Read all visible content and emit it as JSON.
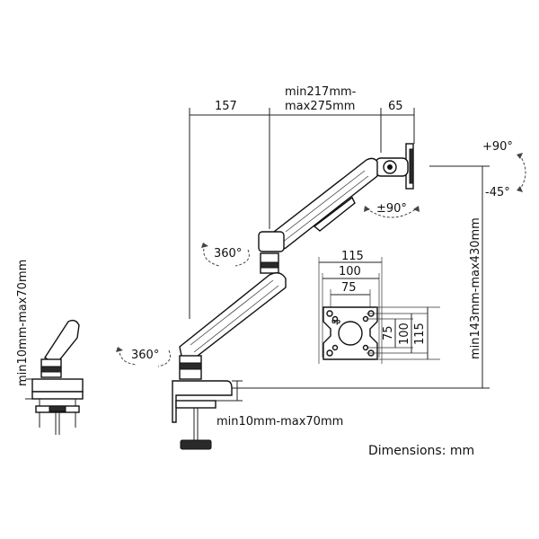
{
  "labels": {
    "dim_157": "157",
    "arm_length_line1": "min217mm-",
    "arm_length_line2": "max275mm",
    "dim_65": "65",
    "tilt_up": "+90°",
    "tilt_down": "-45°",
    "swivel": "±90°",
    "rotate_upper": "360°",
    "rotate_lower": "360°",
    "height_range": "min143mm-max430mm",
    "vesa_115_top": "115",
    "vesa_100_top": "100",
    "vesa_75_top": "75",
    "vesa_75_side": "75",
    "vesa_100_side": "100",
    "vesa_115_side": "115",
    "vesa_logo": "up",
    "clamp_range_vertical": "min10mm-max70mm",
    "clamp_range_horizontal": "min10mm-max70mm",
    "units_note": "Dimensions: mm"
  }
}
